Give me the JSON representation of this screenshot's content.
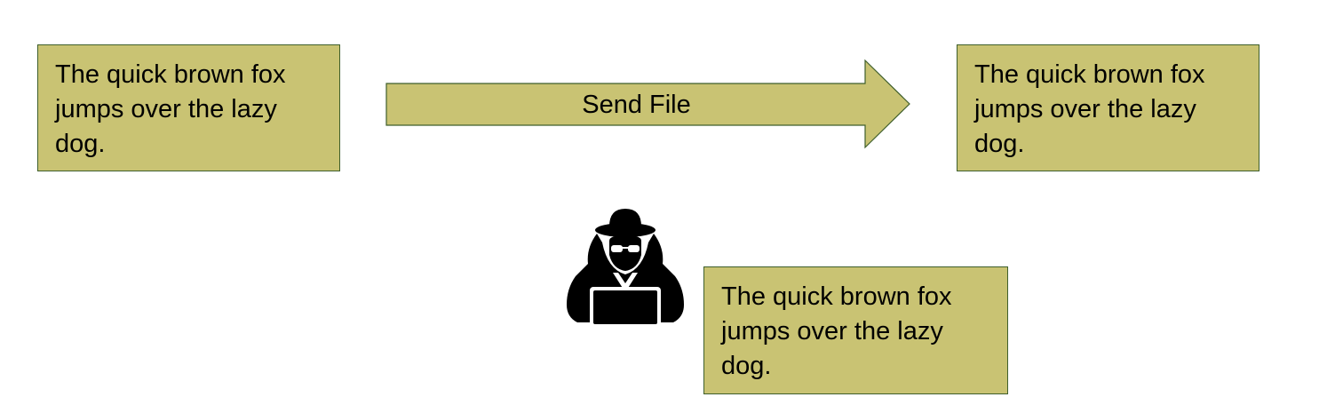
{
  "colors": {
    "box_fill": "#c9c373",
    "box_border": "#3f5f2c",
    "text": "#000000",
    "hacker_fill": "#000000"
  },
  "sender_box": {
    "text": "The quick brown fox jumps over the lazy dog."
  },
  "transfer_arrow": {
    "label": "Send File"
  },
  "receiver_box": {
    "text": "The quick brown fox jumps over the lazy dog."
  },
  "interceptor": {
    "icon": "hacker-with-laptop-icon",
    "box_text": "The quick brown fox jumps over the lazy dog."
  }
}
